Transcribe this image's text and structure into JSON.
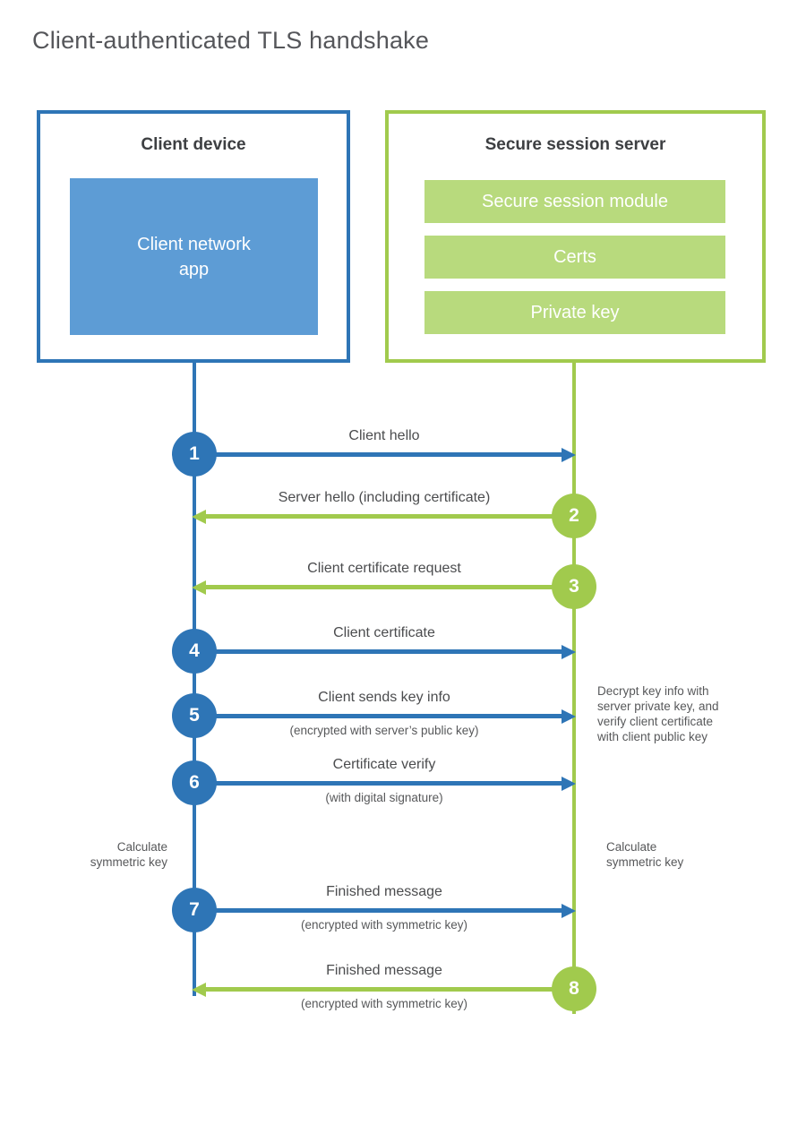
{
  "title": "Client-authenticated TLS handshake",
  "client": {
    "title": "Client device",
    "app_label": "Client network\napp"
  },
  "server": {
    "title": "Secure session server",
    "modules": [
      "Secure session module",
      "Certs",
      "Private key"
    ]
  },
  "messages": [
    {
      "num": "1",
      "label": "Client hello",
      "sub": "",
      "direction": "client-to-server"
    },
    {
      "num": "2",
      "label": "Server hello (including certificate)",
      "sub": "",
      "direction": "server-to-client"
    },
    {
      "num": "3",
      "label": "Client certificate request",
      "sub": "",
      "direction": "server-to-client"
    },
    {
      "num": "4",
      "label": "Client certificate",
      "sub": "",
      "direction": "client-to-server"
    },
    {
      "num": "5",
      "label": "Client sends key info",
      "sub": "(encrypted with server’s public key)",
      "direction": "client-to-server"
    },
    {
      "num": "6",
      "label": "Certificate verify",
      "sub": "(with digital signature)",
      "direction": "client-to-server"
    },
    {
      "num": "7",
      "label": "Finished message",
      "sub": "(encrypted with symmetric key)",
      "direction": "client-to-server"
    },
    {
      "num": "8",
      "label": "Finished message",
      "sub": "(encrypted with symmetric key)",
      "direction": "server-to-client"
    }
  ],
  "annotations": {
    "decrypt_note": "Decrypt key info with\nserver private key, and\nverify client certificate\nwith client public key",
    "calc_left": "Calculate\nsymmetric key",
    "calc_right": "Calculate\nsymmetric key"
  },
  "colors": {
    "blue_accent": "#2e75b6",
    "blue_fill": "#5d9cd5",
    "green_accent": "#a1ca4d",
    "green_fill": "#b8da7d"
  }
}
